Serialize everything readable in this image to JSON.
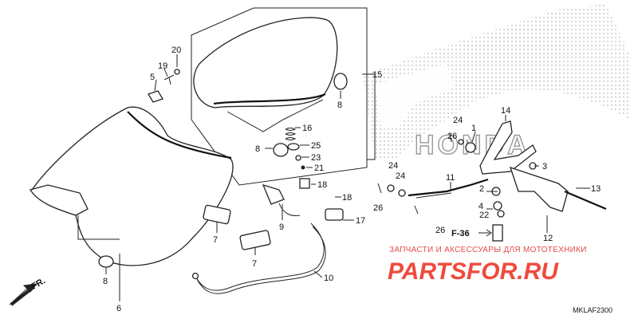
{
  "part_numbers": {
    "p1": "1",
    "p2": "2",
    "p3": "3",
    "p4": "4",
    "p5": "5",
    "p6": "6",
    "p7a": "7",
    "p7b": "7",
    "p8a": "8",
    "p8b": "8",
    "p8c": "8",
    "p9": "9",
    "p10": "10",
    "p11": "11",
    "p12": "12",
    "p13": "13",
    "p14": "14",
    "p15": "15",
    "p16": "16",
    "p17": "17",
    "p18a": "18",
    "p18b": "18",
    "p19": "19",
    "p20": "20",
    "p21": "21",
    "p22": "22",
    "p23": "23",
    "p24a": "24",
    "p24b": "24",
    "p24c": "24",
    "p25": "25",
    "p26a": "26",
    "p26b": "26",
    "p26c": "26"
  },
  "reference_label": "F-36",
  "front_label": "FR.",
  "diagram_code": "MKLAF2300",
  "watermark": {
    "line1": "ЗАПЧАСТИ И АКСЕССУАРЫ ДЛЯ МОТОТЕХНИКИ",
    "line2": "PARTSFOR.RU"
  },
  "logo_text": "HONDA",
  "colors": {
    "watermark_red": "#ef4a3d",
    "line": "#222222",
    "halftone": "#9a9a9a"
  }
}
